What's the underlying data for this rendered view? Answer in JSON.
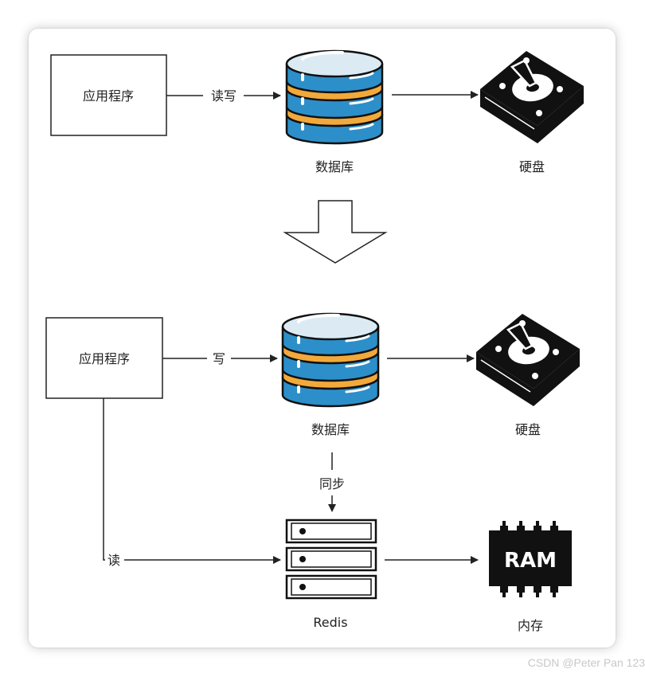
{
  "top": {
    "app_label": "应用程序",
    "rw_label": "读写",
    "db_label": "数据库",
    "disk_label": "硬盘"
  },
  "bottom": {
    "app_label": "应用程序",
    "write_label": "写",
    "db_label": "数据库",
    "disk_label": "硬盘",
    "sync_label": "同步",
    "read_label": "读",
    "redis_label": "Redis",
    "ram_text": "RAM",
    "memory_label": "内存"
  },
  "watermark": "CSDN @Peter Pan 123",
  "icons": {
    "database": "database-icon",
    "hard_disk": "hard-disk-icon",
    "server": "server-icon",
    "ram_chip": "ram-chip-icon",
    "transition_arrow": "down-arrow-icon"
  },
  "colors": {
    "db_blue": "#2d8fc9",
    "db_orange": "#f2a93b",
    "db_cap": "#dcebf3",
    "ink": "#111111"
  }
}
